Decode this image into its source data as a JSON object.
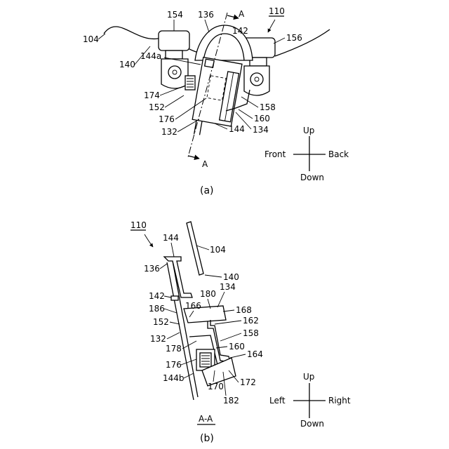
{
  "figure_a": {
    "caption": "(a)",
    "ref_main": "110",
    "section_mark": "A",
    "labels": {
      "r104": "104",
      "r154": "154",
      "r136": "136",
      "r142": "142",
      "r156": "156",
      "r140": "140",
      "r144a": "144a",
      "r174": "174",
      "r152": "152",
      "r176": "176",
      "r132": "132",
      "r158": "158",
      "r160": "160",
      "r144": "144",
      "r134": "134"
    },
    "directions": {
      "up": "Up",
      "down": "Down",
      "front": "Front",
      "back": "Back"
    }
  },
  "figure_b": {
    "caption": "(b)",
    "ref_main": "110",
    "section_label": "A-A",
    "labels": {
      "r144": "144",
      "r104": "104",
      "r136": "136",
      "r140": "140",
      "r134": "134",
      "r142": "142",
      "r180": "180",
      "r186": "186",
      "r166": "166",
      "r168": "168",
      "r152": "152",
      "r162": "162",
      "r158": "158",
      "r132": "132",
      "r178": "178",
      "r160": "160",
      "r164": "164",
      "r176": "176",
      "r144b": "144b",
      "r170": "170",
      "r172": "172",
      "r182": "182"
    },
    "directions": {
      "up": "Up",
      "down": "Down",
      "left": "Left",
      "right": "Right"
    }
  }
}
